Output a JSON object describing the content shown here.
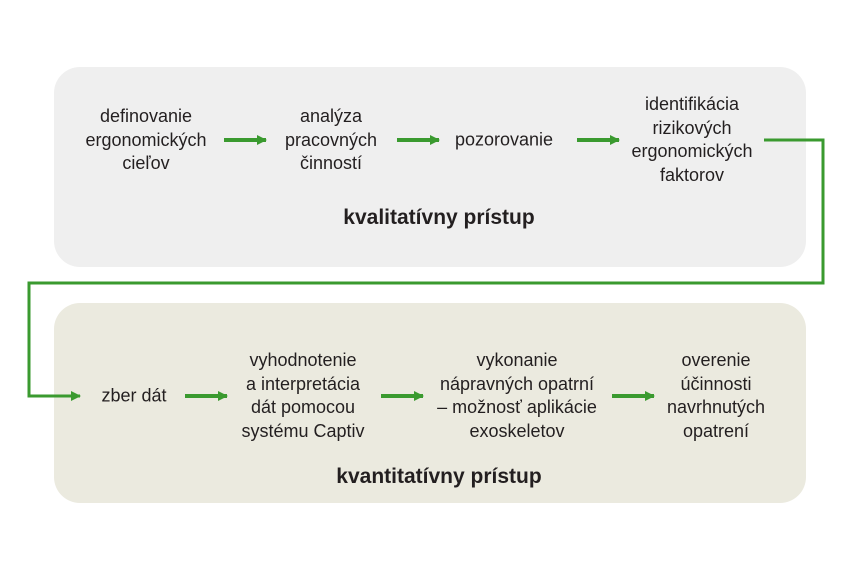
{
  "colors": {
    "arrow": "#3a9a2f",
    "panel_top": "#efefef",
    "panel_bottom": "#ebeadf"
  },
  "top": {
    "label": "kvalitatívny prístup",
    "steps": [
      "definovanie\nergonomických\ncieľov",
      "analýza\npracovných\nčinností",
      "pozorovanie",
      "identifikácia\nrizikových\nergonomických\nfaktorov"
    ]
  },
  "bottom": {
    "label": "kvantitatívny prístup",
    "steps": [
      "zber dát",
      "vyhodnotenie\na interpretácia\ndát pomocou\nsystému Captiv",
      "vykonanie\nnápravných opatrní\n– možnosť aplikácie\nexoskeletov",
      "overenie\núčinnosti\nnavrhnutých\nopatrení"
    ]
  }
}
